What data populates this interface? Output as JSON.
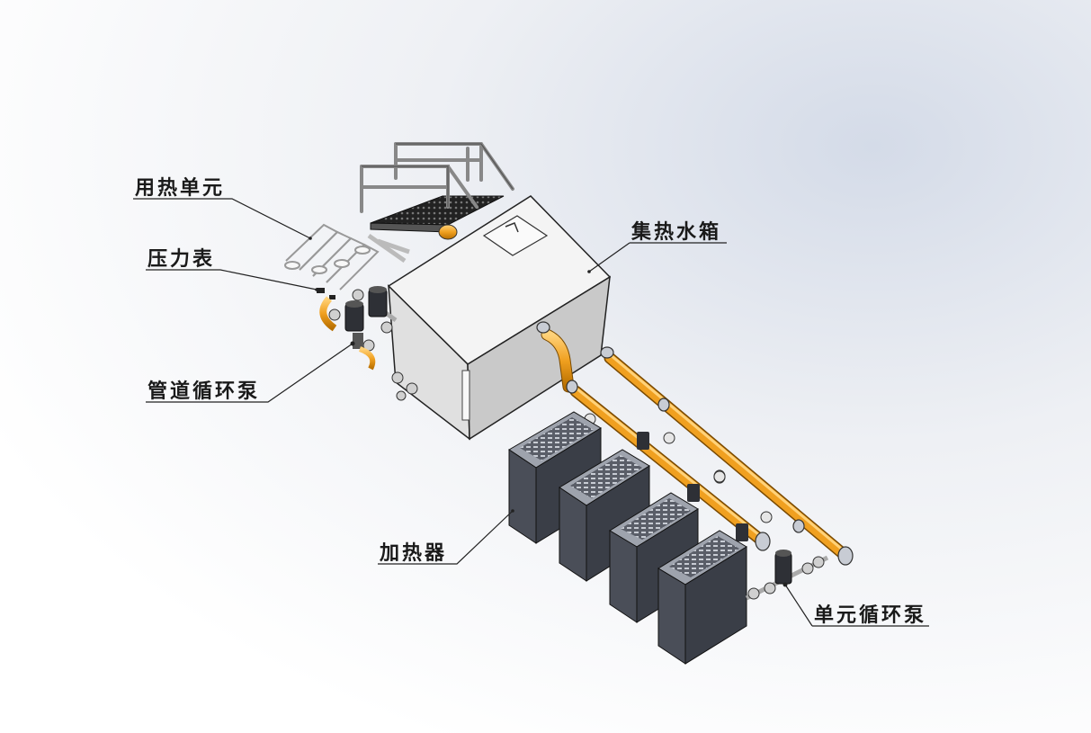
{
  "labels": {
    "heat_unit": "用热单元",
    "pressure_gauge": "压力表",
    "pipeline_pump": "管道循环泵",
    "collector_tank": "集热水箱",
    "heater": "加热器",
    "unit_pump": "单元循环泵"
  },
  "colors": {
    "pipe": "#f0a020",
    "tank_front": "#e2e2e2",
    "tank_side": "#c9c9c9",
    "tank_top": "#f4f4f4",
    "heater": "#4a4e58",
    "pump": "#303238"
  }
}
